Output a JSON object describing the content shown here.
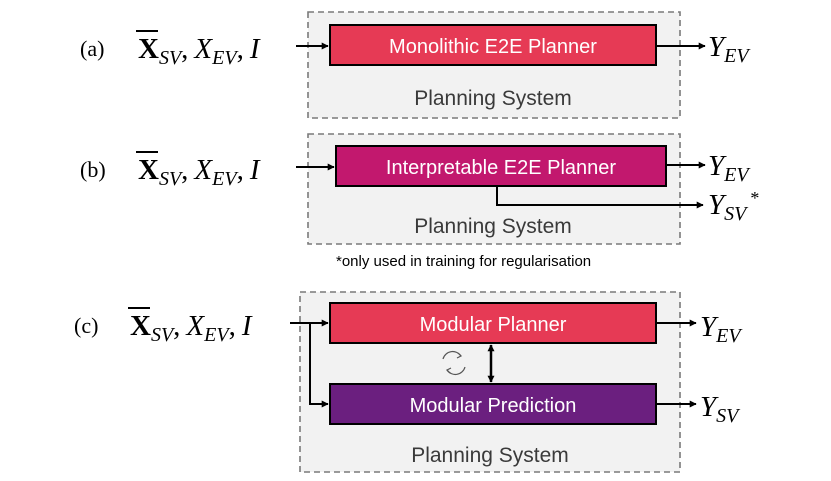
{
  "colors": {
    "red_box": "#e63a55",
    "magenta_box": "#c2186e",
    "purple_box": "#6b1f7f",
    "panel_fill": "#f2f2f2",
    "panel_border": "#7a7a7a",
    "box_text": "#ffffff",
    "panel_label": "#3a3a3a",
    "ink": "#000000"
  },
  "icons": {
    "cycle": "cycle-arrows-icon",
    "bidirectional": "double-arrow-icon"
  },
  "panels": [
    {
      "label": "(a)",
      "inputs": {
        "x_sv": "X",
        "x_sv_sub": "SV",
        "sep1": ",",
        "x_ev": "X",
        "x_ev_sub": "EV",
        "sep2": ",",
        "i": "I"
      },
      "box_label": "Monolithic E2E Planner",
      "output": {
        "y": "Y",
        "sub": "EV"
      },
      "system_label": "Planning System"
    },
    {
      "label": "(b)",
      "inputs": {
        "x_sv": "X",
        "x_sv_sub": "SV",
        "sep1": ",",
        "x_ev": "X",
        "x_ev_sub": "EV",
        "sep2": ",",
        "i": "I"
      },
      "box_label": "Interpretable E2E Planner",
      "output": {
        "y": "Y",
        "sub": "EV"
      },
      "output2": {
        "y": "Y",
        "sub": "SV",
        "mark": "*"
      },
      "system_label": "Planning System",
      "footnote": "*only used in training for regularisation"
    },
    {
      "label": "(c)",
      "inputs": {
        "x_sv": "X",
        "x_sv_sub": "SV",
        "sep1": ",",
        "x_ev": "X",
        "x_ev_sub": "EV",
        "sep2": ",",
        "i": "I"
      },
      "box_label": "Modular Planner",
      "box2_label": "Modular Prediction",
      "output": {
        "y": "Y",
        "sub": "EV"
      },
      "output2": {
        "y": "Y",
        "sub": "SV"
      },
      "system_label": "Planning System"
    }
  ]
}
